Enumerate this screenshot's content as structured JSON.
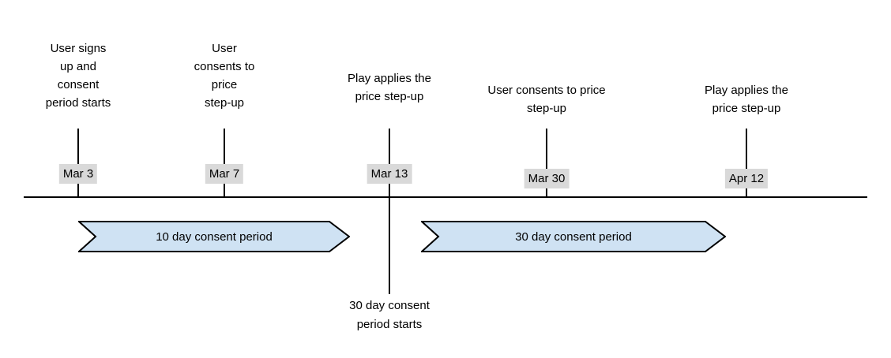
{
  "diagram": {
    "events": [
      {
        "label": "User signs\nup and\nconsent\nperiod starts",
        "date": "Mar 3"
      },
      {
        "label": "User\nconsents to\nprice\nstep-up",
        "date": "Mar 7"
      },
      {
        "label": "Play applies the\nprice step-up",
        "date": "Mar 13"
      },
      {
        "label": "User consents to price\nstep-up",
        "date": "Mar 30"
      },
      {
        "label": "Play applies the\nprice step-up",
        "date": "Apr 12"
      }
    ],
    "note": "30 day consent\nperiod starts",
    "periods": [
      {
        "label": "10 day consent period"
      },
      {
        "label": "30 day consent period"
      }
    ],
    "colors": {
      "line": "#000000",
      "period_fill": "#cfe2f3",
      "period_stroke": "#000000",
      "date_label_bg": "#d9d9d9"
    }
  }
}
